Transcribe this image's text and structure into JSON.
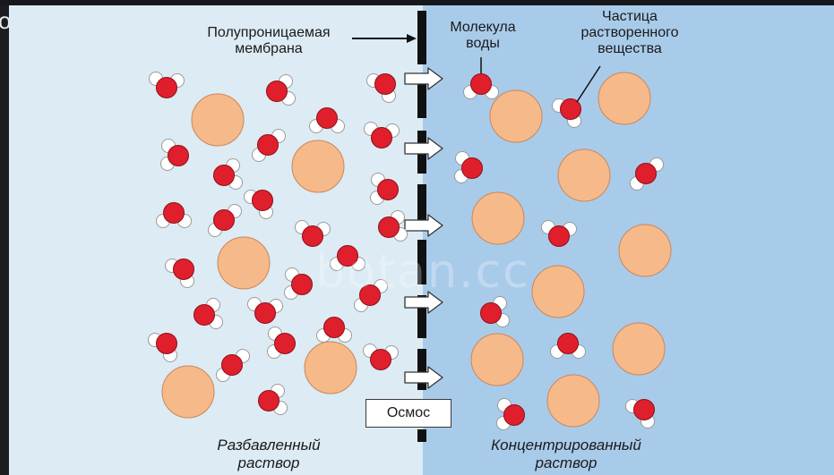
{
  "edge_glyph": "o",
  "labels": {
    "membrane": "Полупроницаемая\nмембрана",
    "water_molecule": "Молекула\nводы",
    "solute_particle": "Частица\nрастворенного\nвещества",
    "osmosis": "Осмос",
    "dilute_solution": "Разбавленный\nраствор",
    "concentrated_solution": "Концентрированный\nраствор"
  },
  "watermark": "botan.cc",
  "colors": {
    "dilute_bg": "#dcebf4",
    "concentrated_bg": "#a9cbea",
    "solute": "#f6b98a",
    "oxygen": "#e01f2d",
    "hydrogen": "#ffffff",
    "membrane": "#111111",
    "arrow": "#ffffff"
  }
}
